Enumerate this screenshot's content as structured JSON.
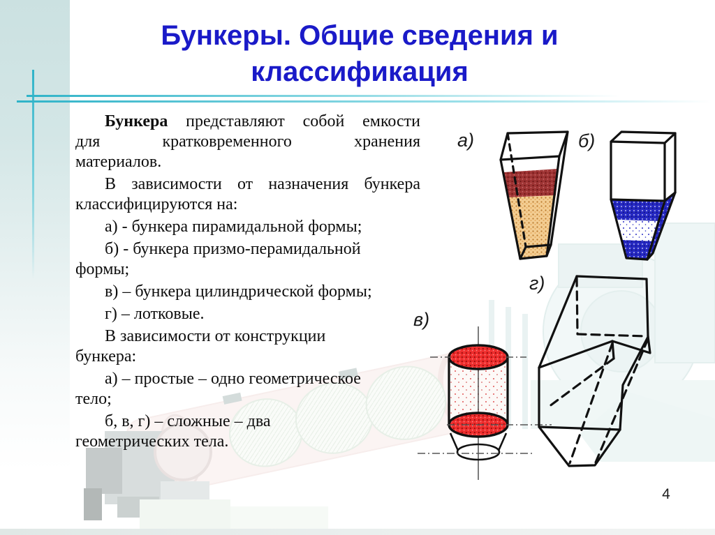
{
  "slide": {
    "title": {
      "line1": "Бункеры. Общие сведения и",
      "line2": "классификация"
    },
    "body": {
      "lines": [
        {
          "bold": "Бункера",
          "rest": " представляют собой емкости"
        },
        {
          "text": "для кратковременного хранения"
        },
        {
          "text": "материалов."
        },
        {
          "text": "В зависимости от назначения бункера"
        },
        {
          "text": "классифицируются на:"
        },
        {
          "text": "а) - бункера пирамидальной формы;"
        },
        {
          "text": "б) - бункера призмо-перамидальной"
        },
        {
          "text": "формы;"
        },
        {
          "text": "в) – бункера цилиндрической формы;"
        },
        {
          "text": "г) – лотковые."
        },
        {
          "text": "В зависимости от конструкции"
        },
        {
          "text": "бункера:"
        },
        {
          "text": "а) – простые – одно геометрическое"
        },
        {
          "text": "тело;"
        },
        {
          "text": "б, в, г) – сложные – два"
        },
        {
          "text": "геометрических тела."
        }
      ]
    },
    "figures": {
      "a": {
        "label": "а)"
      },
      "b": {
        "label": "б)"
      },
      "v": {
        "label": "в)"
      },
      "g": {
        "label": "г)"
      }
    },
    "page_number": "4",
    "colors": {
      "title_text": "#1a1ac8",
      "accent_lines": "#2fb3c8",
      "left_band_top": "#cbe1e1",
      "figure_a_top_fill": "#9e3434",
      "figure_a_body_fill": "#f3cd92",
      "figure_b_fill": "#2629c2",
      "figure_c_fill": "#ee2e2e",
      "outline": "#111111"
    }
  }
}
